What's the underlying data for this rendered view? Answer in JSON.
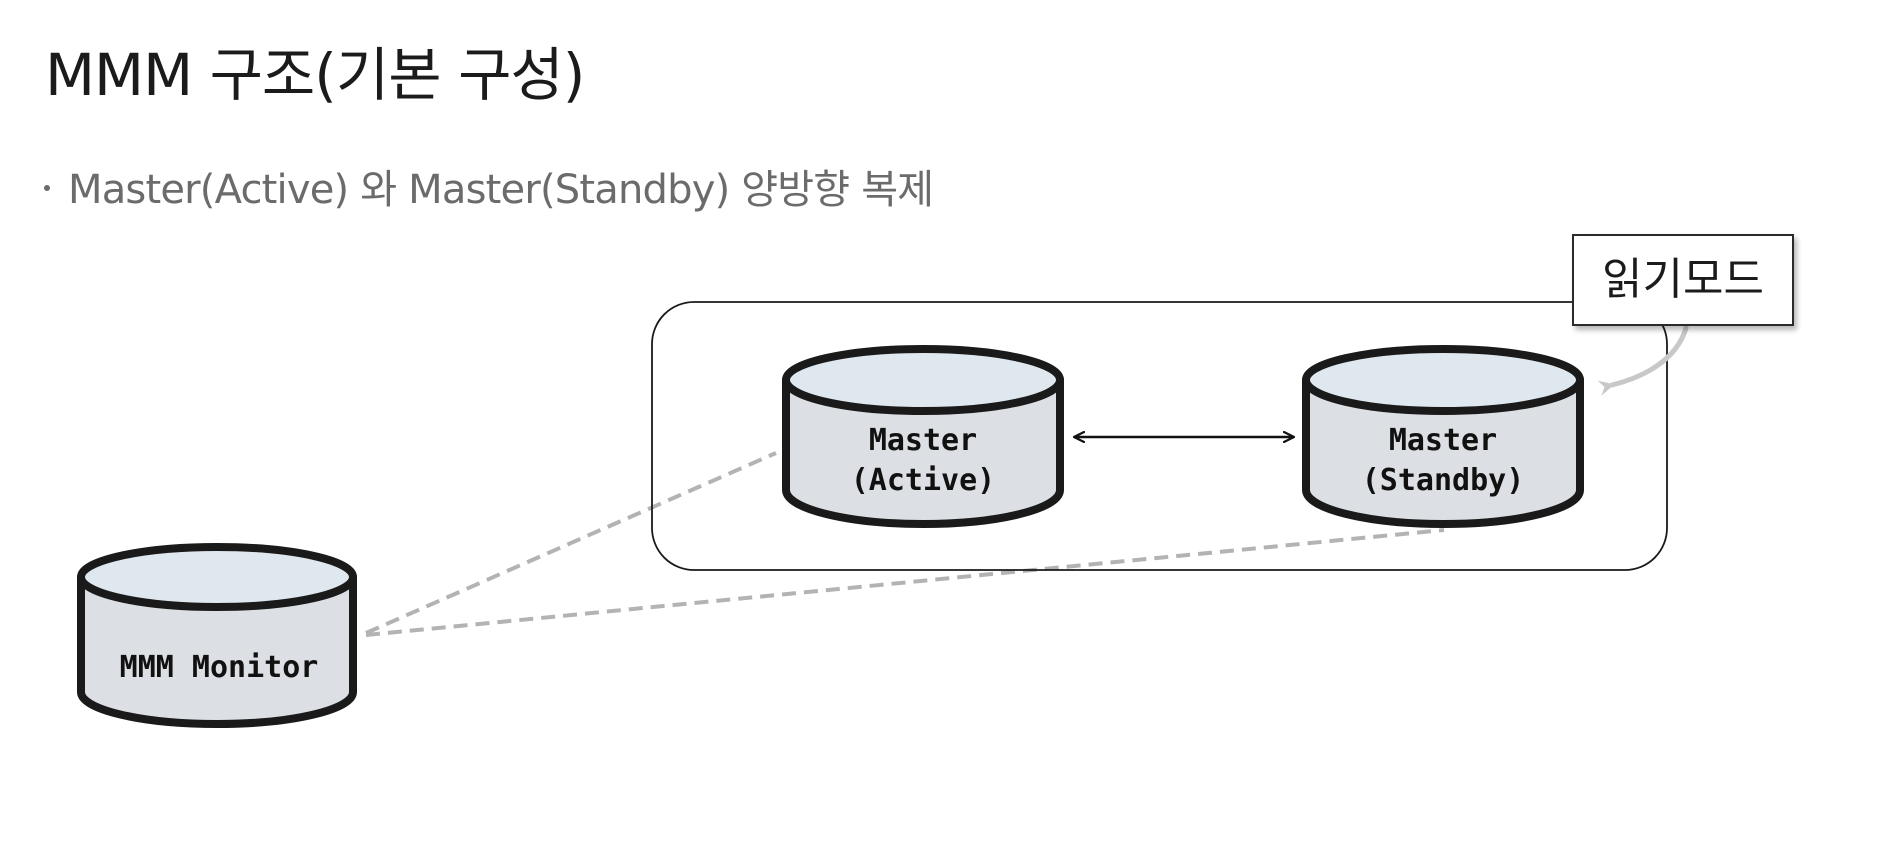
{
  "slide": {
    "title": "MMM 구조(기본 구성)",
    "bullet": "Master(Active) 와 Master(Standby)  양방향 복제"
  },
  "diagram": {
    "group_label": "",
    "nodes": {
      "active": {
        "line1": "Master",
        "line2": "(Active)"
      },
      "standby": {
        "line1": "Master",
        "line2": "(Standby)"
      },
      "monitor": {
        "label": "MMM Monitor"
      }
    },
    "callout": {
      "label": "읽기모드",
      "target": "standby"
    },
    "edges": [
      {
        "from": "active",
        "to": "standby",
        "style": "solid",
        "direction": "bidirectional"
      },
      {
        "from": "monitor",
        "to": "active",
        "style": "dashed"
      },
      {
        "from": "monitor",
        "to": "standby",
        "style": "dashed"
      },
      {
        "from": "callout",
        "to": "standby",
        "style": "curved-gray-arrow"
      }
    ],
    "colors": {
      "cylinder_top": "#dfe7ef",
      "cylinder_body": "#dcdfe3",
      "cylinder_stroke": "#1a1a1a",
      "dashed_line": "#b3b3b3",
      "callout_arrow": "#c8c8c8",
      "text_title": "#1b1b1b",
      "text_bullet": "#6b6b6b"
    }
  }
}
